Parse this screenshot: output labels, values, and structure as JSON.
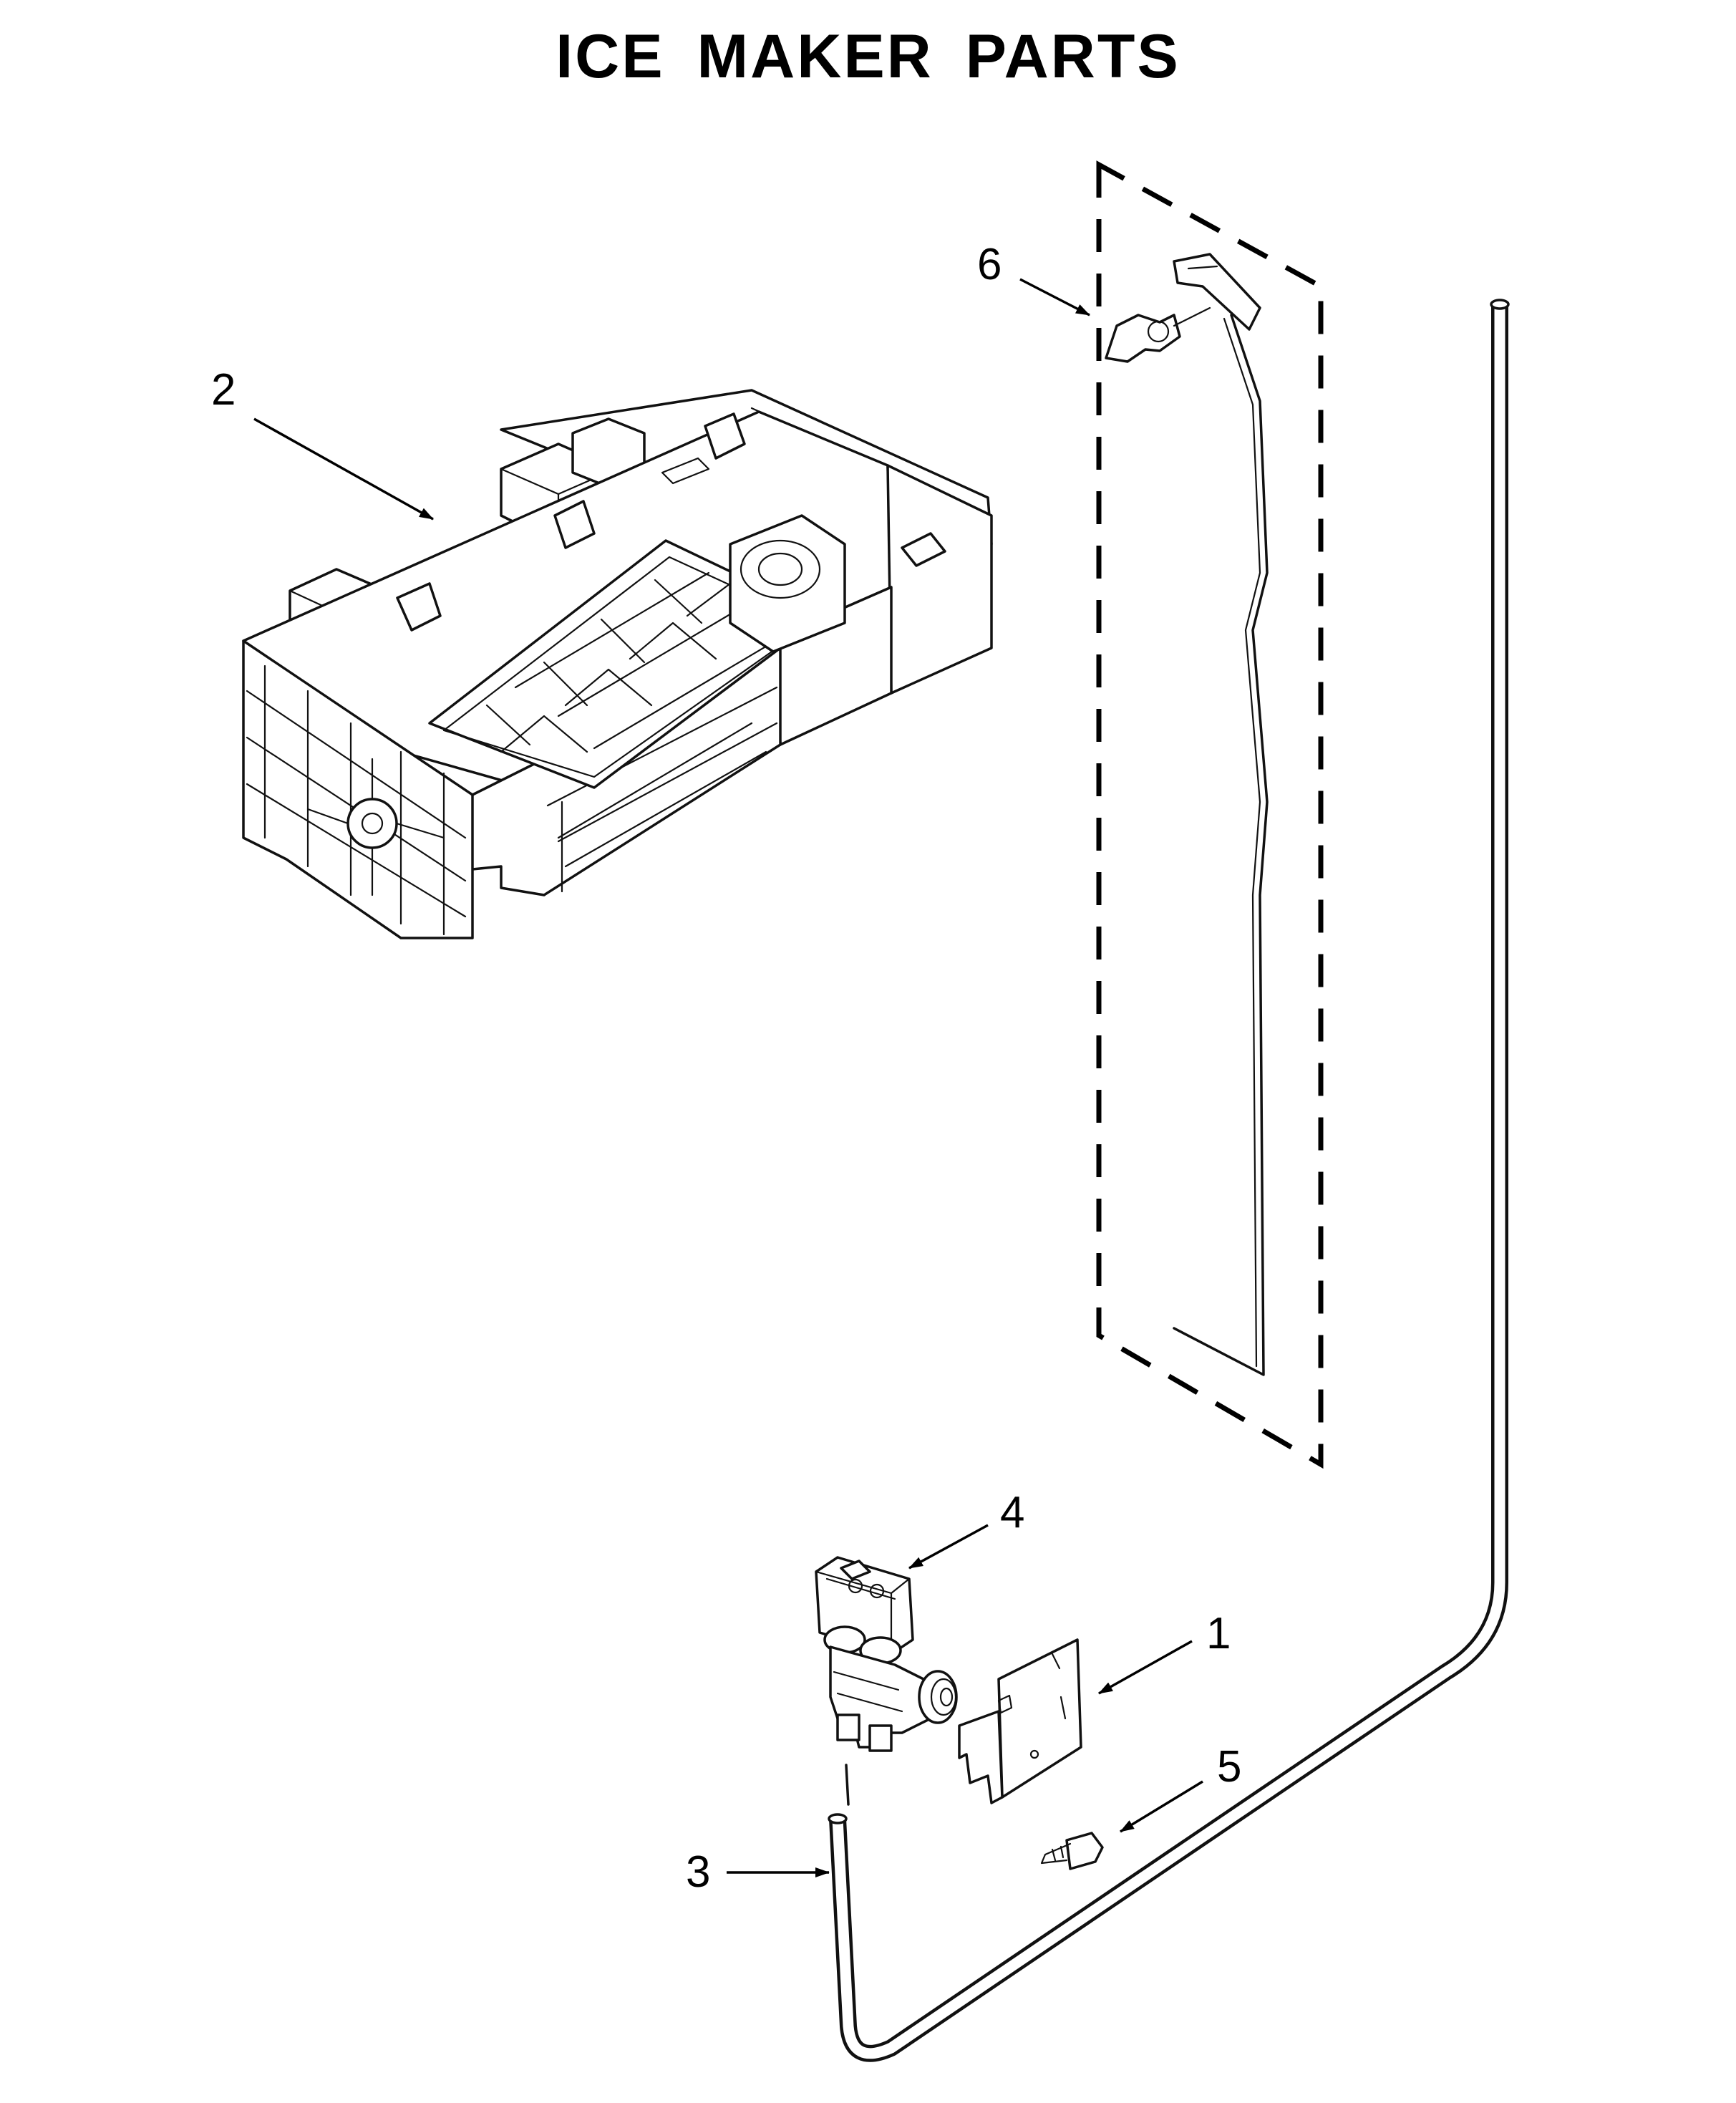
{
  "title": "ICE MAKER PARTS",
  "callouts": [
    {
      "label": "1"
    },
    {
      "label": "2"
    },
    {
      "label": "3"
    },
    {
      "label": "4"
    },
    {
      "label": "5"
    },
    {
      "label": "6"
    }
  ],
  "colors": {
    "ink": "#000000",
    "background": "#ffffff"
  }
}
